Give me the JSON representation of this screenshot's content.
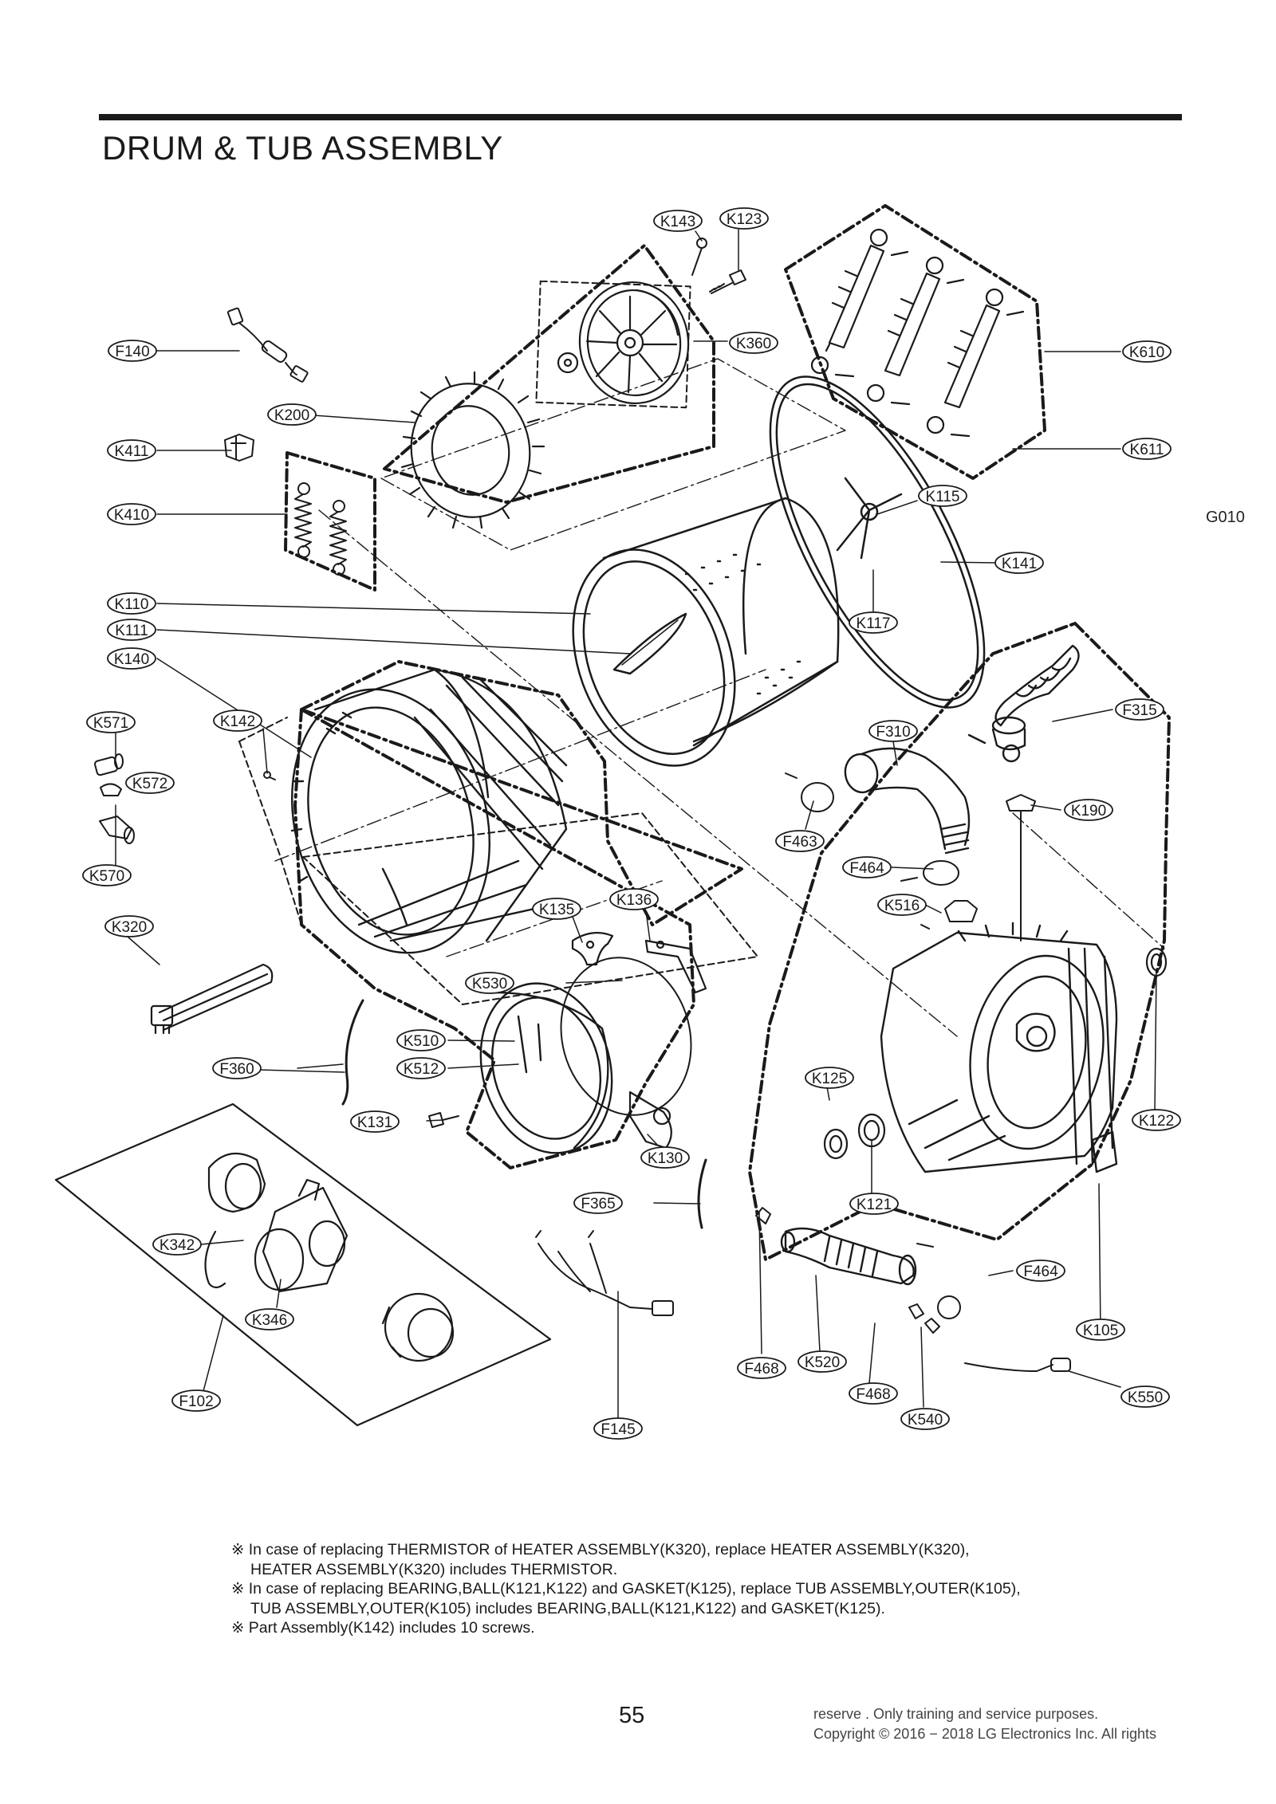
{
  "page": {
    "title": "DRUM & TUB ASSEMBLY",
    "figure_code": "G010",
    "page_number": "55"
  },
  "callouts": [
    {
      "id": "k143",
      "label": "K143"
    },
    {
      "id": "k123",
      "label": "K123"
    },
    {
      "id": "k360",
      "label": "K360"
    },
    {
      "id": "k610",
      "label": "K610"
    },
    {
      "id": "k611",
      "label": "K611"
    },
    {
      "id": "f140",
      "label": "F140"
    },
    {
      "id": "k200",
      "label": "K200"
    },
    {
      "id": "k411",
      "label": "K411"
    },
    {
      "id": "k410",
      "label": "K410"
    },
    {
      "id": "k115",
      "label": "K115"
    },
    {
      "id": "k141",
      "label": "K141"
    },
    {
      "id": "k117",
      "label": "K117"
    },
    {
      "id": "k110",
      "label": "K110"
    },
    {
      "id": "k111",
      "label": "K111"
    },
    {
      "id": "k140",
      "label": "K140"
    },
    {
      "id": "k571",
      "label": "K571"
    },
    {
      "id": "k142",
      "label": "K142"
    },
    {
      "id": "k572",
      "label": "K572"
    },
    {
      "id": "k570",
      "label": "K570"
    },
    {
      "id": "k320",
      "label": "K320"
    },
    {
      "id": "f315",
      "label": "F315"
    },
    {
      "id": "f310",
      "label": "F310"
    },
    {
      "id": "k190",
      "label": "K190"
    },
    {
      "id": "f463",
      "label": "F463"
    },
    {
      "id": "f464a",
      "label": "F464"
    },
    {
      "id": "k516",
      "label": "K516"
    },
    {
      "id": "k135",
      "label": "K135"
    },
    {
      "id": "k136",
      "label": "K136"
    },
    {
      "id": "k530",
      "label": "K530"
    },
    {
      "id": "k510",
      "label": "K510"
    },
    {
      "id": "k512",
      "label": "K512"
    },
    {
      "id": "f360",
      "label": "F360"
    },
    {
      "id": "k131",
      "label": "K131"
    },
    {
      "id": "k130",
      "label": "K130"
    },
    {
      "id": "k125",
      "label": "K125"
    },
    {
      "id": "k122",
      "label": "K122"
    },
    {
      "id": "k121",
      "label": "K121"
    },
    {
      "id": "f365",
      "label": "F365"
    },
    {
      "id": "k342",
      "label": "K342"
    },
    {
      "id": "k346",
      "label": "K346"
    },
    {
      "id": "f464b",
      "label": "F464"
    },
    {
      "id": "k105",
      "label": "K105"
    },
    {
      "id": "f468a",
      "label": "F468"
    },
    {
      "id": "k520",
      "label": "K520"
    },
    {
      "id": "f468b",
      "label": "F468"
    },
    {
      "id": "k550",
      "label": "K550"
    },
    {
      "id": "k540",
      "label": "K540"
    },
    {
      "id": "f102",
      "label": "F102"
    },
    {
      "id": "f145",
      "label": "F145"
    }
  ],
  "notes": [
    {
      "text": "※ In case of replacing THERMISTOR of HEATER ASSEMBLY(K320), replace HEATER ASSEMBLY(K320),",
      "cont": false
    },
    {
      "text": "HEATER ASSEMBLY(K320) includes THERMISTOR.",
      "cont": true
    },
    {
      "text": "※ In case of replacing BEARING,BALL(K121,K122) and GASKET(K125), replace TUB ASSEMBLY,OUTER(K105),",
      "cont": false
    },
    {
      "text": "TUB ASSEMBLY,OUTER(K105) includes BEARING,BALL(K121,K122) and GASKET(K125).",
      "cont": true
    },
    {
      "text": "※ Part Assembly(K142) includes 10 screws.",
      "cont": false
    }
  ],
  "footer": {
    "line1": "reserve  . Only training and service purposes.",
    "line2": "Copyright © 2016 − 2018 LG Electronics Inc. All rights"
  }
}
